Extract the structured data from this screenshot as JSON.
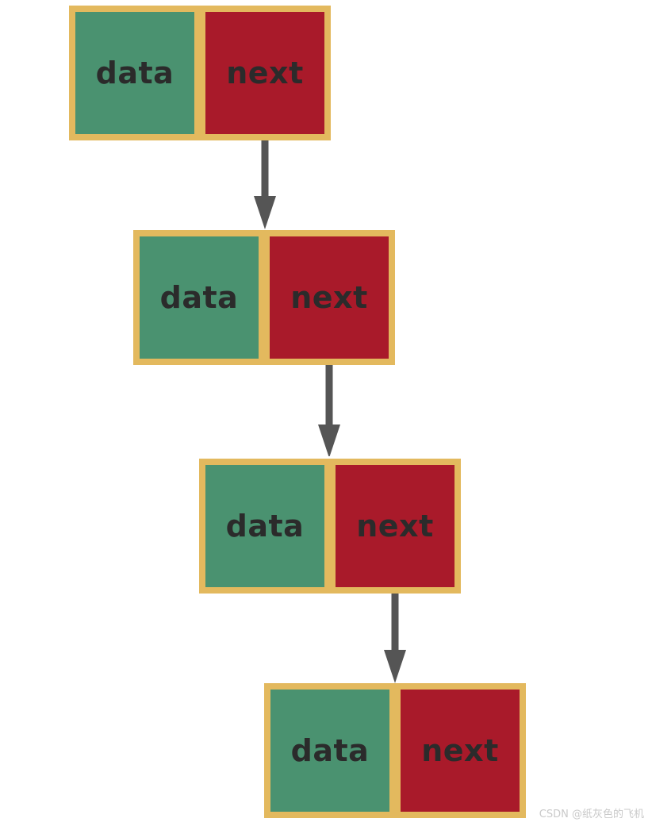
{
  "nodes": [
    {
      "data_label": "data",
      "next_label": "next"
    },
    {
      "data_label": "data",
      "next_label": "next"
    },
    {
      "data_label": "data",
      "next_label": "next"
    },
    {
      "data_label": "data",
      "next_label": "next"
    }
  ],
  "watermark": "CSDN @纸灰色的飞机",
  "colors": {
    "data_fill": "#4a9270",
    "next_fill": "#a91a2a",
    "border": "#e3b95e",
    "arrow": "#555555",
    "text": "#2b2b2b"
  }
}
